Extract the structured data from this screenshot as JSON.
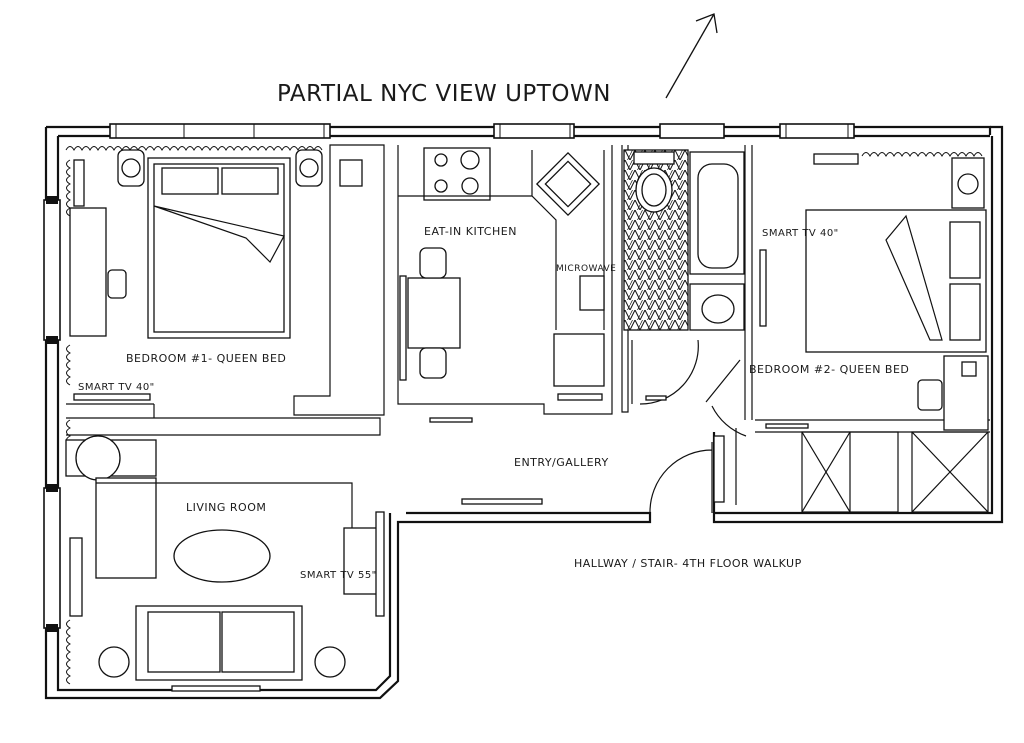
{
  "plan": {
    "view_label": "PARTIAL NYC VIEW UPTOWN",
    "rooms": {
      "bedroom1": "BEDROOM #1- QUEEN BED",
      "kitchen": "EAT-IN KITCHEN",
      "microwave": "MICROWAVE",
      "bedroom2": "BEDROOM #2- QUEEN BED",
      "living": "LIVING ROOM",
      "entry": "ENTRY/GALLERY",
      "hallway": "HALLWAY /  STAIR- 4TH FLOOR WALKUP"
    },
    "tv_labels": {
      "bedroom1": "SMART TV 40\"",
      "bedroom2": "SMART TV 40\"",
      "living": "SMART TV 55\""
    },
    "icons": [
      "north-arrow-icon",
      "bed-icon",
      "toilet-icon",
      "bathtub-icon",
      "sink-icon",
      "stove-icon",
      "sofa-icon",
      "table-icon"
    ]
  }
}
